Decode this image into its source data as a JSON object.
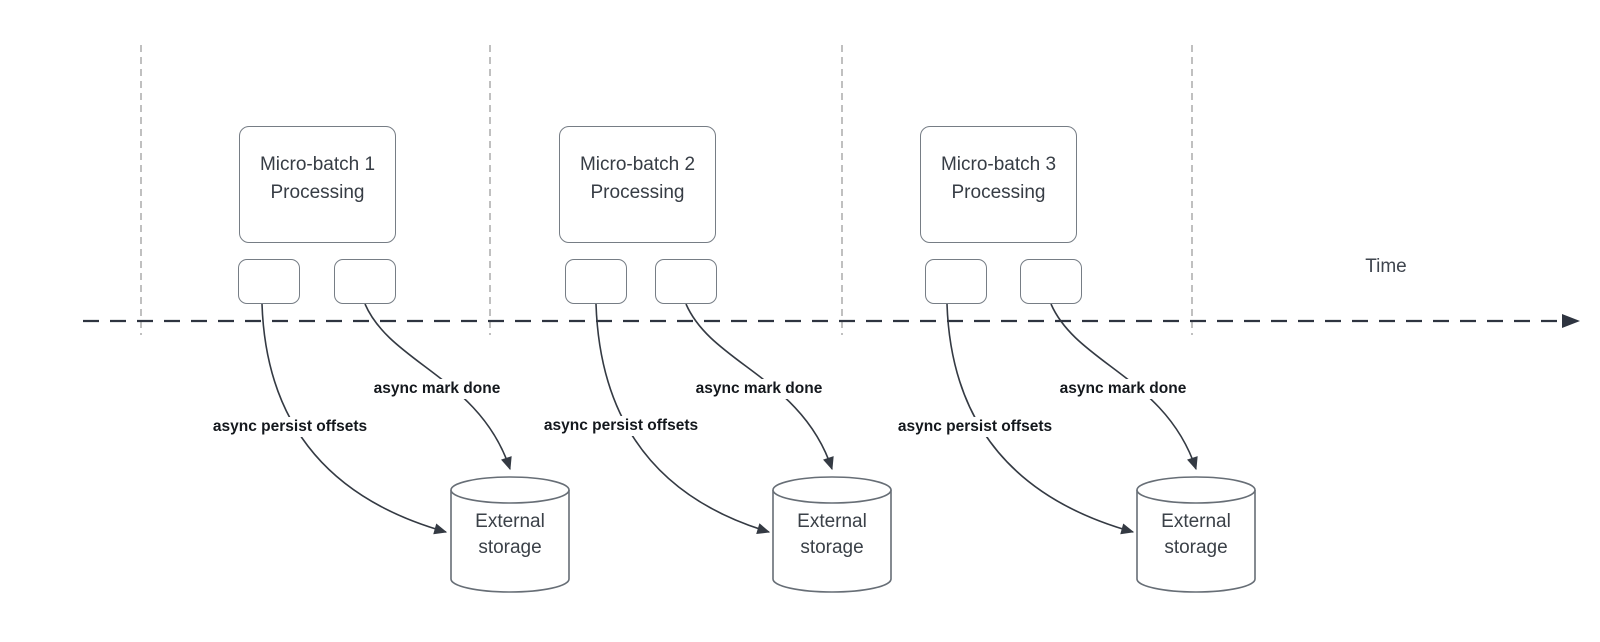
{
  "timeline": {
    "label": "Time"
  },
  "groups": [
    {
      "title_line1": "Micro-batch 1",
      "title_line2": "Processing",
      "persist_label": "async persist offsets",
      "mark_label": "async mark done",
      "storage_line1": "External",
      "storage_line2": "storage"
    },
    {
      "title_line1": "Micro-batch 2",
      "title_line2": "Processing",
      "persist_label": "async persist offsets",
      "mark_label": "async mark done",
      "storage_line1": "External",
      "storage_line2": "storage"
    },
    {
      "title_line1": "Micro-batch 3",
      "title_line2": "Processing",
      "persist_label": "async persist offsets",
      "mark_label": "async mark done",
      "storage_line1": "External",
      "storage_line2": "storage"
    }
  ],
  "colors": {
    "background": "#ffffff",
    "box_border": "#767d85",
    "connector_stroke": "#343a43",
    "timeline_stroke": "#2e3440",
    "gridline_dashed": "#ababab",
    "text_primary": "#373d45",
    "label_bold_text": "#14181d"
  }
}
